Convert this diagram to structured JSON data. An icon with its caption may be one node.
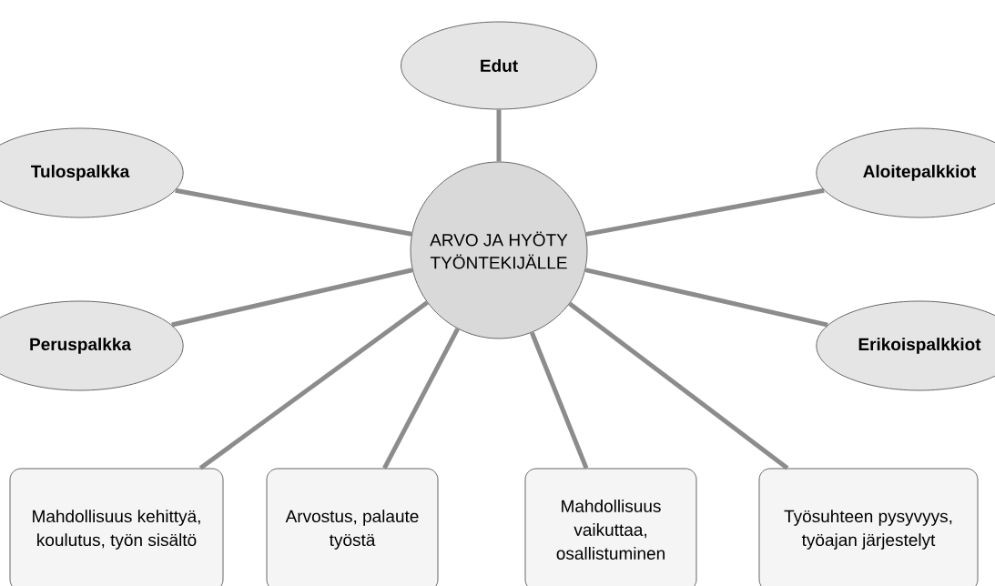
{
  "diagram": {
    "nodes": [
      {
        "text": [
          "ARVO JA HYÖTY TYÖNTEKIJÄLLE"
        ]
      },
      {
        "text": [
          "Edut"
        ]
      },
      {
        "text": [
          "Tulospalkka"
        ]
      },
      {
        "text": [
          "Aloitepalkkiot"
        ]
      },
      {
        "text": [
          "Peruspalkka"
        ]
      },
      {
        "text": [
          "Erikoispalkkiot"
        ]
      },
      {
        "text": [
          "Mahdollisuus kehittyä, koulutus, työn sisältö"
        ]
      },
      {
        "text": [
          "Arvostus, palaute työstä"
        ]
      },
      {
        "text": [
          "Mahdollisuus vaikuttaa, osallistuminen"
        ]
      },
      {
        "text": [
          "Työsuhteen pysyvyys, työajan järjestelyt"
        ]
      }
    ],
    "edges": [
      {
        "from": 0,
        "to": 1,
        "arrow": "none"
      },
      {
        "from": 0,
        "to": 2,
        "arrow": "none"
      },
      {
        "from": 0,
        "to": 3,
        "arrow": "none"
      },
      {
        "from": 0,
        "to": 4,
        "arrow": "none"
      },
      {
        "from": 0,
        "to": 5,
        "arrow": "none"
      },
      {
        "from": 0,
        "to": 6,
        "arrow": "none"
      },
      {
        "from": 0,
        "to": 7,
        "arrow": "none"
      },
      {
        "from": 0,
        "to": 8,
        "arrow": "none"
      },
      {
        "from": 0,
        "to": 9,
        "arrow": "none"
      }
    ]
  }
}
